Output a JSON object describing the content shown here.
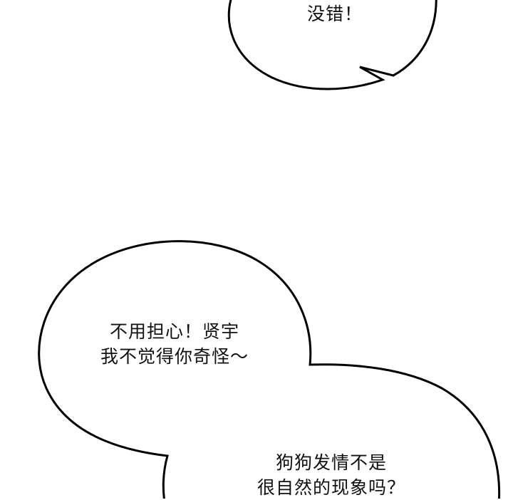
{
  "panel": {
    "background_color": "#ffffff",
    "stroke_color": "#000000",
    "text_color": "#111111"
  },
  "bubbles": [
    {
      "id": "top",
      "lines": [
        "没错！"
      ]
    },
    {
      "id": "left",
      "lines": [
        "不用担心！贤宇",
        "我不觉得你奇怪～"
      ]
    },
    {
      "id": "right",
      "lines": [
        "狗狗发情不是",
        "很自然的现象吗？"
      ]
    }
  ]
}
